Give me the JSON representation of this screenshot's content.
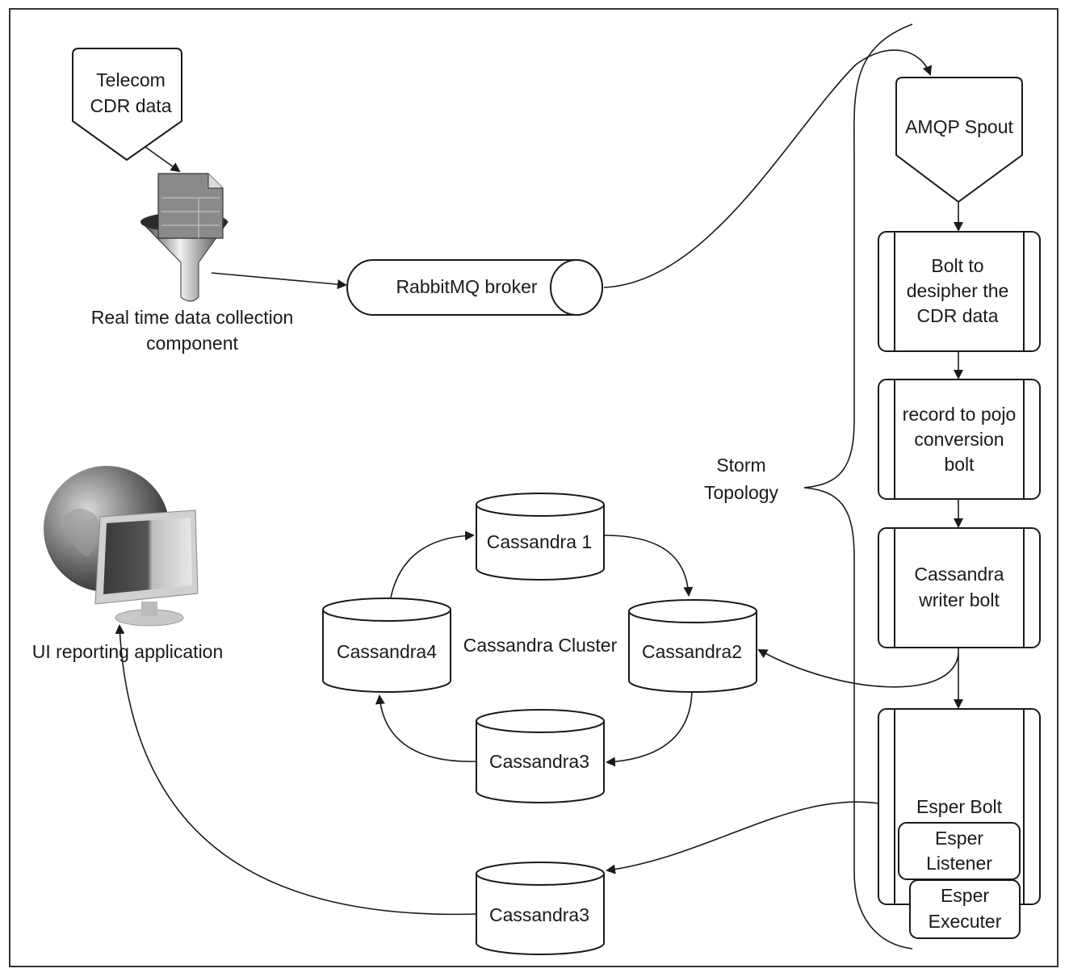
{
  "diagram": {
    "source": {
      "label_lines": [
        "Telecom",
        "CDR data"
      ],
      "icon": "offpage-connector-shape"
    },
    "collector": {
      "icon": "funnel-document-icon",
      "label_lines": [
        "Real time data collection",
        "component"
      ]
    },
    "broker": {
      "label": "RabbitMQ broker",
      "icon": "horizontal-cylinder-shape"
    },
    "storm_topology": {
      "label_lines": [
        "Storm",
        "Topology"
      ],
      "spout": {
        "label": "AMQP Spout"
      },
      "bolts": [
        {
          "label_lines": [
            "Bolt to",
            "desipher the",
            "CDR data"
          ]
        },
        {
          "label_lines": [
            "record to pojo",
            "conversion",
            "bolt"
          ]
        },
        {
          "label_lines": [
            "Cassandra",
            "writer bolt"
          ]
        },
        {
          "label_lines": [
            "Esper Bolt"
          ],
          "children": [
            {
              "label_lines": [
                "Esper",
                "Listener"
              ]
            },
            {
              "label_lines": [
                "Esper",
                "Executer"
              ]
            }
          ]
        }
      ]
    },
    "cassandra_cluster": {
      "label": "Cassandra Cluster",
      "nodes": [
        "Cassandra 1",
        "Cassandra2",
        "Cassandra3",
        "Cassandra4"
      ]
    },
    "output_store": {
      "label": "Cassandra3"
    },
    "ui_app": {
      "icon": "globe-monitor-icon",
      "label": "UI reporting application"
    }
  }
}
